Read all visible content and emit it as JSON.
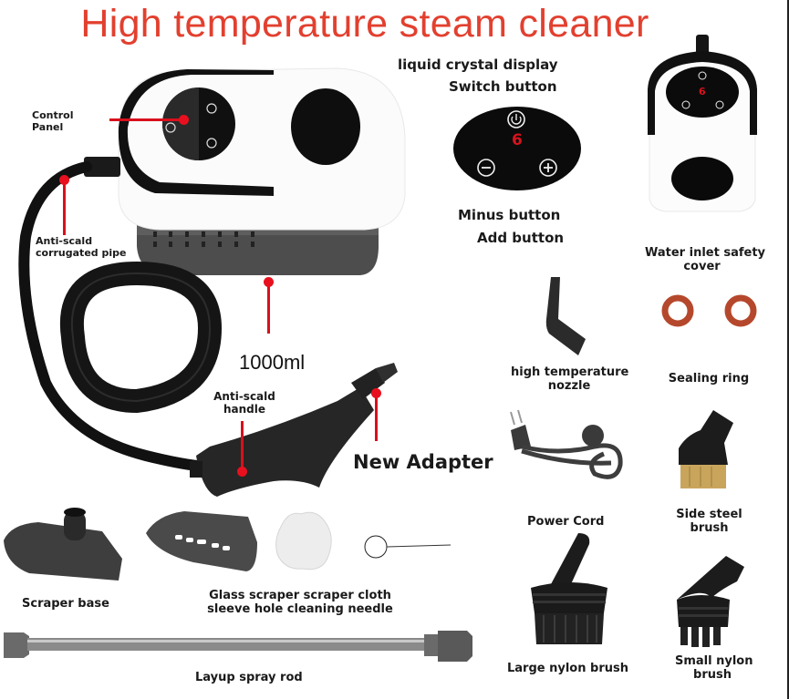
{
  "title": "High temperature steam cleaner",
  "main_unit": {
    "labels": {
      "control_panel": "Control\nPanel",
      "control_panel_line1": "Control",
      "control_panel_line2": "Panel",
      "pipe_line1": "Anti-scald",
      "pipe_line2": "corrugated pipe",
      "capacity": "1000ml",
      "handle_line1": "Anti-scald",
      "handle_line2": "handle",
      "adapter": "New Adapter"
    }
  },
  "panel_detail": {
    "lcd_label": "liquid crystal display",
    "switch_label": "Switch button",
    "minus_label": "Minus button",
    "add_label": "Add button",
    "display_value": "6",
    "icons": [
      "power-icon",
      "minus-icon",
      "plus-icon"
    ],
    "display_color": "#d7131d"
  },
  "accessories": {
    "water_inlet": {
      "line1": "Water inlet safety",
      "line2": "cover"
    },
    "nozzle": {
      "line1": "high temperature",
      "line2": "nozzle"
    },
    "sealing_ring": {
      "label": "Sealing ring",
      "color": "#b5482c"
    },
    "power_cord": {
      "label": "Power Cord"
    },
    "side_steel_brush": {
      "line1": "Side steel",
      "line2": "brush",
      "bristle_color": "#c9a55c"
    },
    "scraper_base": {
      "label": "Scraper base"
    },
    "glass_scraper_group": {
      "line1": "Glass scraper scraper cloth",
      "line2": "sleeve hole cleaning needle"
    },
    "large_nylon_brush": {
      "label": "Large nylon brush"
    },
    "small_nylon_brush": {
      "line1": "Small nylon",
      "line2": "brush"
    },
    "spray_rod": {
      "label": "Layup spray rod"
    }
  },
  "colors": {
    "title": "#e2402f",
    "leader": "#d8101c",
    "body_dark": "#111111",
    "body_white": "#ffffff",
    "tank": "#4a4a4a"
  }
}
